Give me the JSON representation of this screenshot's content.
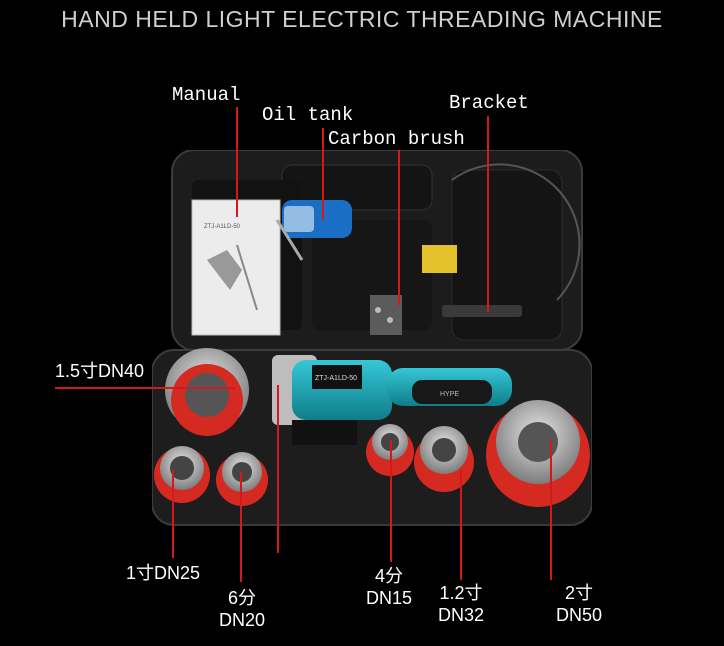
{
  "title": "HAND HELD LIGHT ELECTRIC THREADING MACHINE",
  "device_labels": {
    "machine_top": "ZTJ-A1LD-50",
    "machine_side": "HYPE"
  },
  "callouts": {
    "manual": "Manual",
    "oil_tank": "Oil tank",
    "carbon_brush": "Carbon brush",
    "bracket": "Bracket",
    "die_dn40": "1.5寸DN40",
    "die_dn25": "1寸DN25",
    "die_dn20_top": "6分",
    "die_dn20_bottom": "DN20",
    "die_dn15_top": "4分",
    "die_dn15_bottom": "DN15",
    "die_dn32_top": "1.2寸",
    "die_dn32_bottom": "DN32",
    "die_dn50_top": "2寸",
    "die_dn50_bottom": "DN50"
  },
  "colors": {
    "callout_line": "#d21a1a",
    "case": "#1c1c1c",
    "die_red": "#d42a22",
    "machine_teal": "#19a7b8"
  }
}
